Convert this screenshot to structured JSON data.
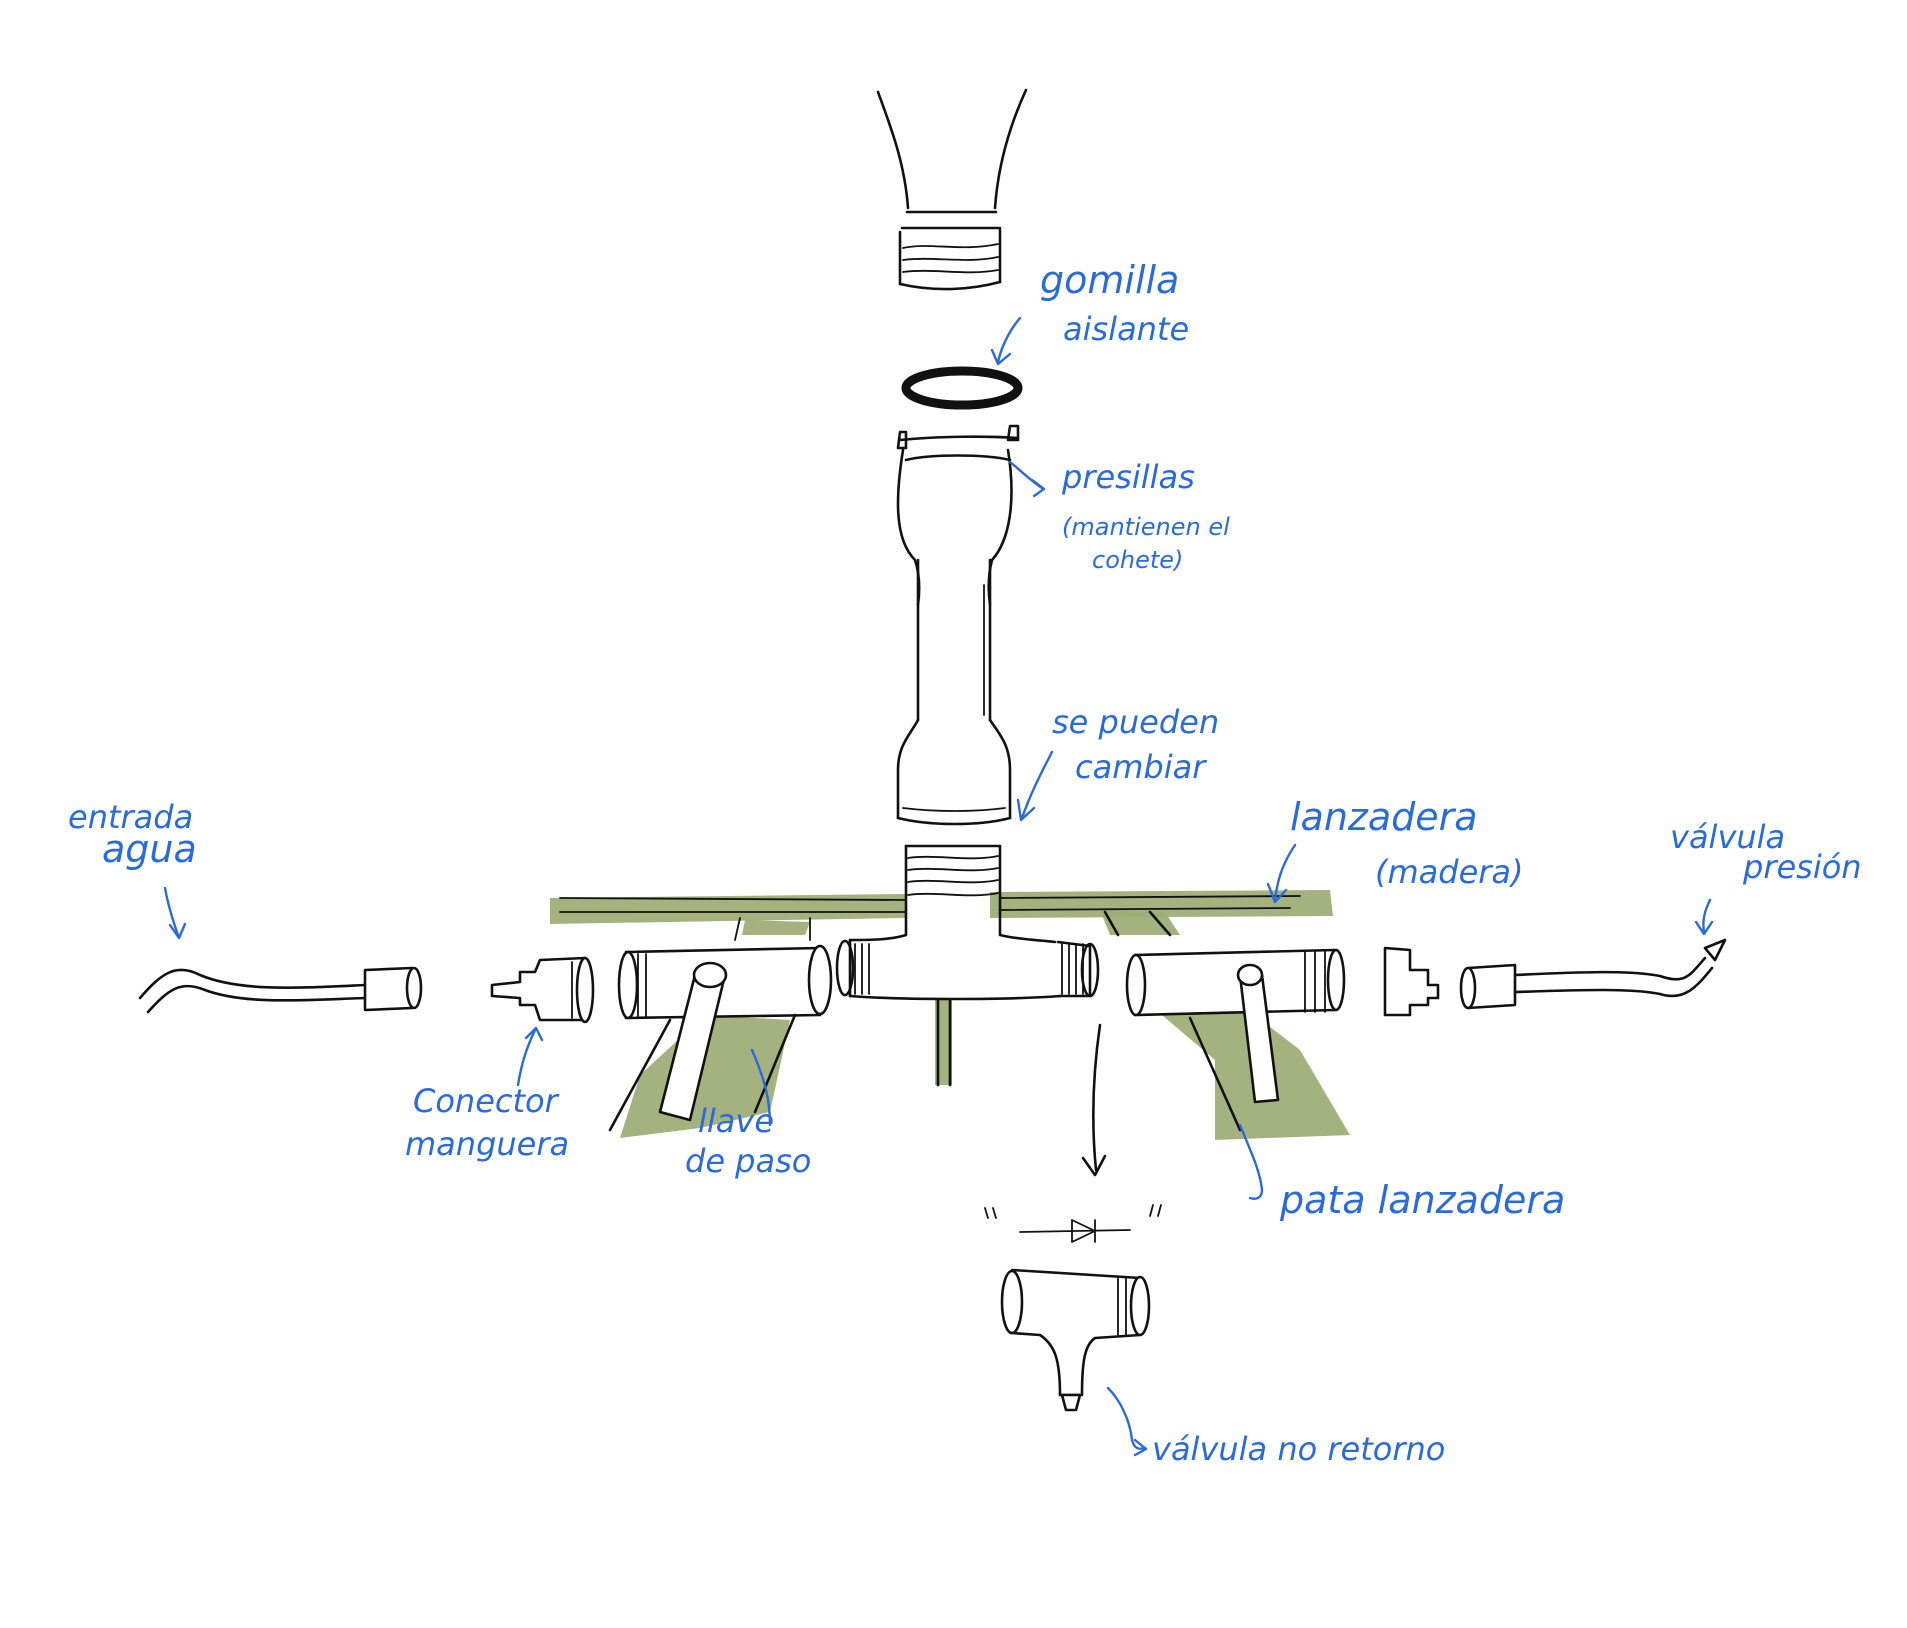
{
  "labels": {
    "gomilla": "gomilla",
    "aislante": "aislante",
    "presillas": "presillas",
    "mantienen": "(mantienen el",
    "cohete": "cohete)",
    "se_pueden": "se pueden",
    "cambiar": "cambiar",
    "lanzadera": "lanzadera",
    "madera": "(madera)",
    "entrada": "entrada",
    "agua": "agua",
    "valvula": "válvula",
    "presion": "presión",
    "conector": "Conector",
    "manguera": "manguera",
    "llave": "llave",
    "de_paso": "de paso",
    "pata_lanzadera": "pata lanzadera",
    "valvula_no_retorno": "válvula no retorno"
  },
  "colors": {
    "ink": "#111111",
    "annotation": "#2a6bd9",
    "wood": "#9fae78"
  }
}
